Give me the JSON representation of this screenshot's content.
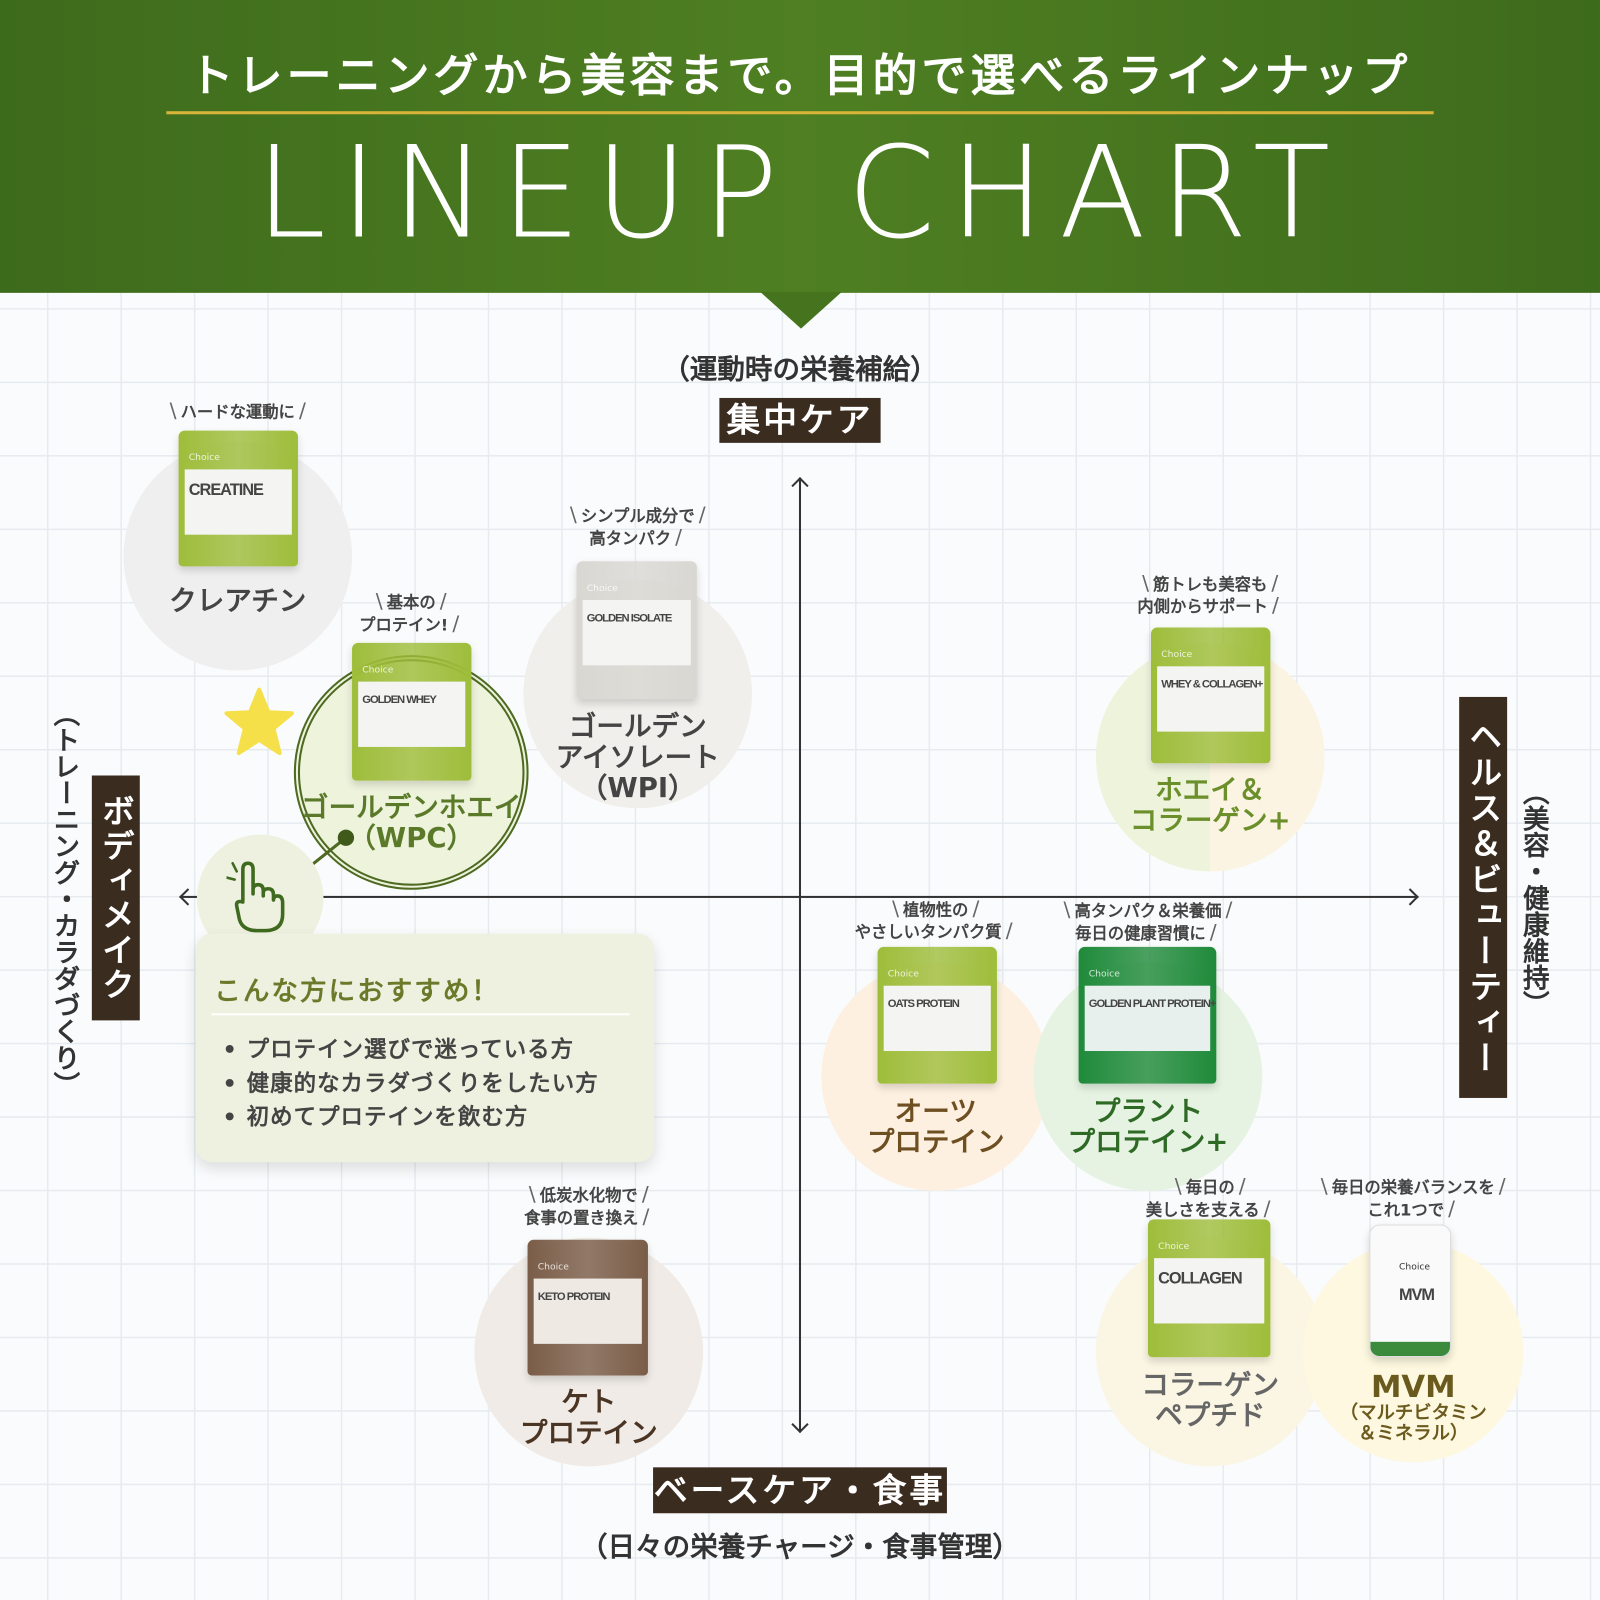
{
  "header": {
    "subtitle": "トレーニングから美容まで。目的で選べるラインナップ",
    "title": "LINEUP CHART",
    "colors": {
      "band": "#46741e",
      "rule": "#d8b53a"
    }
  },
  "axes": {
    "top": {
      "sub": "（運動時の栄養補給）",
      "label": "集中ケア"
    },
    "bottom": {
      "label": "ベースケア・食事",
      "sub": "（日々の栄養チャージ・食事管理）"
    },
    "left": {
      "label": "ボディメイク",
      "sub": "（トレーニング・カラダづくり）"
    },
    "right": {
      "label": "ヘルス＆ビューティー",
      "sub": "（美容・健康維持）"
    }
  },
  "products": [
    {
      "caption": [
        "ハードな運動に"
      ],
      "name": [
        "クレアチン"
      ],
      "package_text": "CREATINE",
      "brand": "Choice",
      "circle_color": "#efefef",
      "name_color": "#444444",
      "package_color": "#9ebd3a"
    },
    {
      "caption": [
        "基本の",
        "プロテイン!"
      ],
      "name": [
        "ゴールデンホエイ",
        "（WPC）"
      ],
      "package_text": "GOLDEN WHEY",
      "brand": "Choice",
      "circle_color": "#eef3dc",
      "name_color": "#5a7a2a",
      "package_color": "#9ebd3a",
      "featured": true
    },
    {
      "caption": [
        "シンプル成分で",
        "高タンパク"
      ],
      "name": [
        "ゴールデン",
        "アイソレート",
        "（WPI）"
      ],
      "package_text": "GOLDEN ISOLATE",
      "brand": "Choice",
      "circle_color": "#f1efeb",
      "name_color": "#444444",
      "package_color": "#d9d7d2"
    },
    {
      "caption": [
        "筋トレも美容も",
        "内側からサポート"
      ],
      "name": [
        "ホエイ＆",
        "コラーゲン+"
      ],
      "package_text": "WHEY & COLLAGEN+",
      "brand": "Choice",
      "circle_color": "#eef3dc",
      "name_color": "#6b8f2a",
      "package_color": "#9ebd3a"
    },
    {
      "caption": [
        "植物性の",
        "やさしいタンパク質"
      ],
      "name": [
        "オーツ",
        "プロテイン"
      ],
      "package_text": "OATS PROTEIN",
      "brand": "Choice",
      "circle_color": "#fdf0e0",
      "name_color": "#6e4f22",
      "package_color": "#9ebd3a"
    },
    {
      "caption": [
        "高タンパク＆栄養価",
        "毎日の健康習慣に"
      ],
      "name": [
        "プラント",
        "プロテイン+"
      ],
      "package_text": "GOLDEN PLANT PROTEIN+",
      "brand": "Choice",
      "circle_color": "#e6f3e2",
      "name_color": "#2e6a25",
      "package_color": "#1f8a3a"
    },
    {
      "caption": [
        "低炭水化物で",
        "食事の置き換え"
      ],
      "name": [
        "ケト",
        "プロテイン"
      ],
      "package_text": "KETO PROTEIN",
      "brand": "Choice",
      "circle_color": "#f0ebe6",
      "name_color": "#4a3424",
      "package_color": "#7a5d48"
    },
    {
      "caption": [
        "毎日の",
        "美しさを支える"
      ],
      "name": [
        "コラーゲン",
        "ペプチド"
      ],
      "package_text": "COLLAGEN",
      "brand": "Choice",
      "circle_color": "#fbf5e4",
      "name_color": "#666666",
      "package_color": "#9ebd3a"
    },
    {
      "caption": [
        "毎日の栄養バランスを",
        "これ1つで"
      ],
      "name": [
        "MVM",
        "（マルチビタミン",
        "＆ミネラル）"
      ],
      "package_text": "MVM",
      "brand": "Choice",
      "circle_color": "#fdf8df",
      "name_color": "#6b5a1e",
      "package_color": "#f4f4f4"
    }
  ],
  "recommendation": {
    "title": "こんな方におすすめ！",
    "items": [
      "プロテイン選びで迷っている方",
      "健康的なカラダづくりをしたい方",
      "初めてプロテインを飲む方"
    ],
    "icon": "pointing-hand-icon"
  },
  "star": {
    "icon": "star-icon",
    "color": "#f5e04a"
  }
}
